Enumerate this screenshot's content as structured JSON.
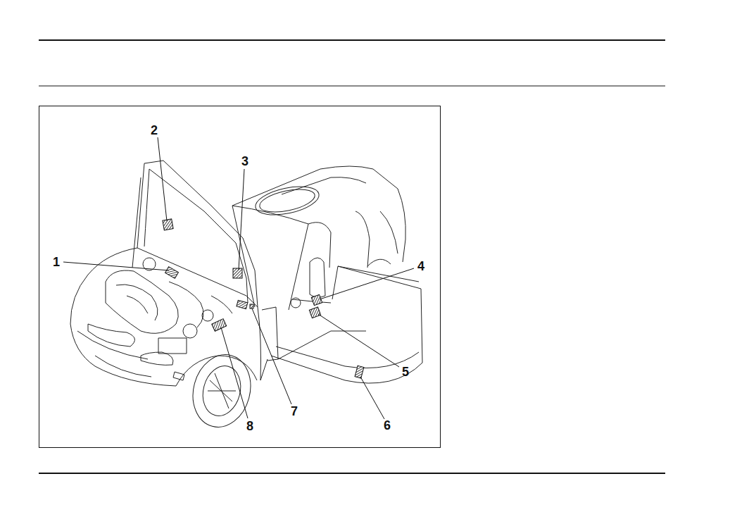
{
  "diagram": {
    "labels": [
      "2",
      "3",
      "1",
      "4",
      "5",
      "6",
      "7",
      "8"
    ]
  }
}
